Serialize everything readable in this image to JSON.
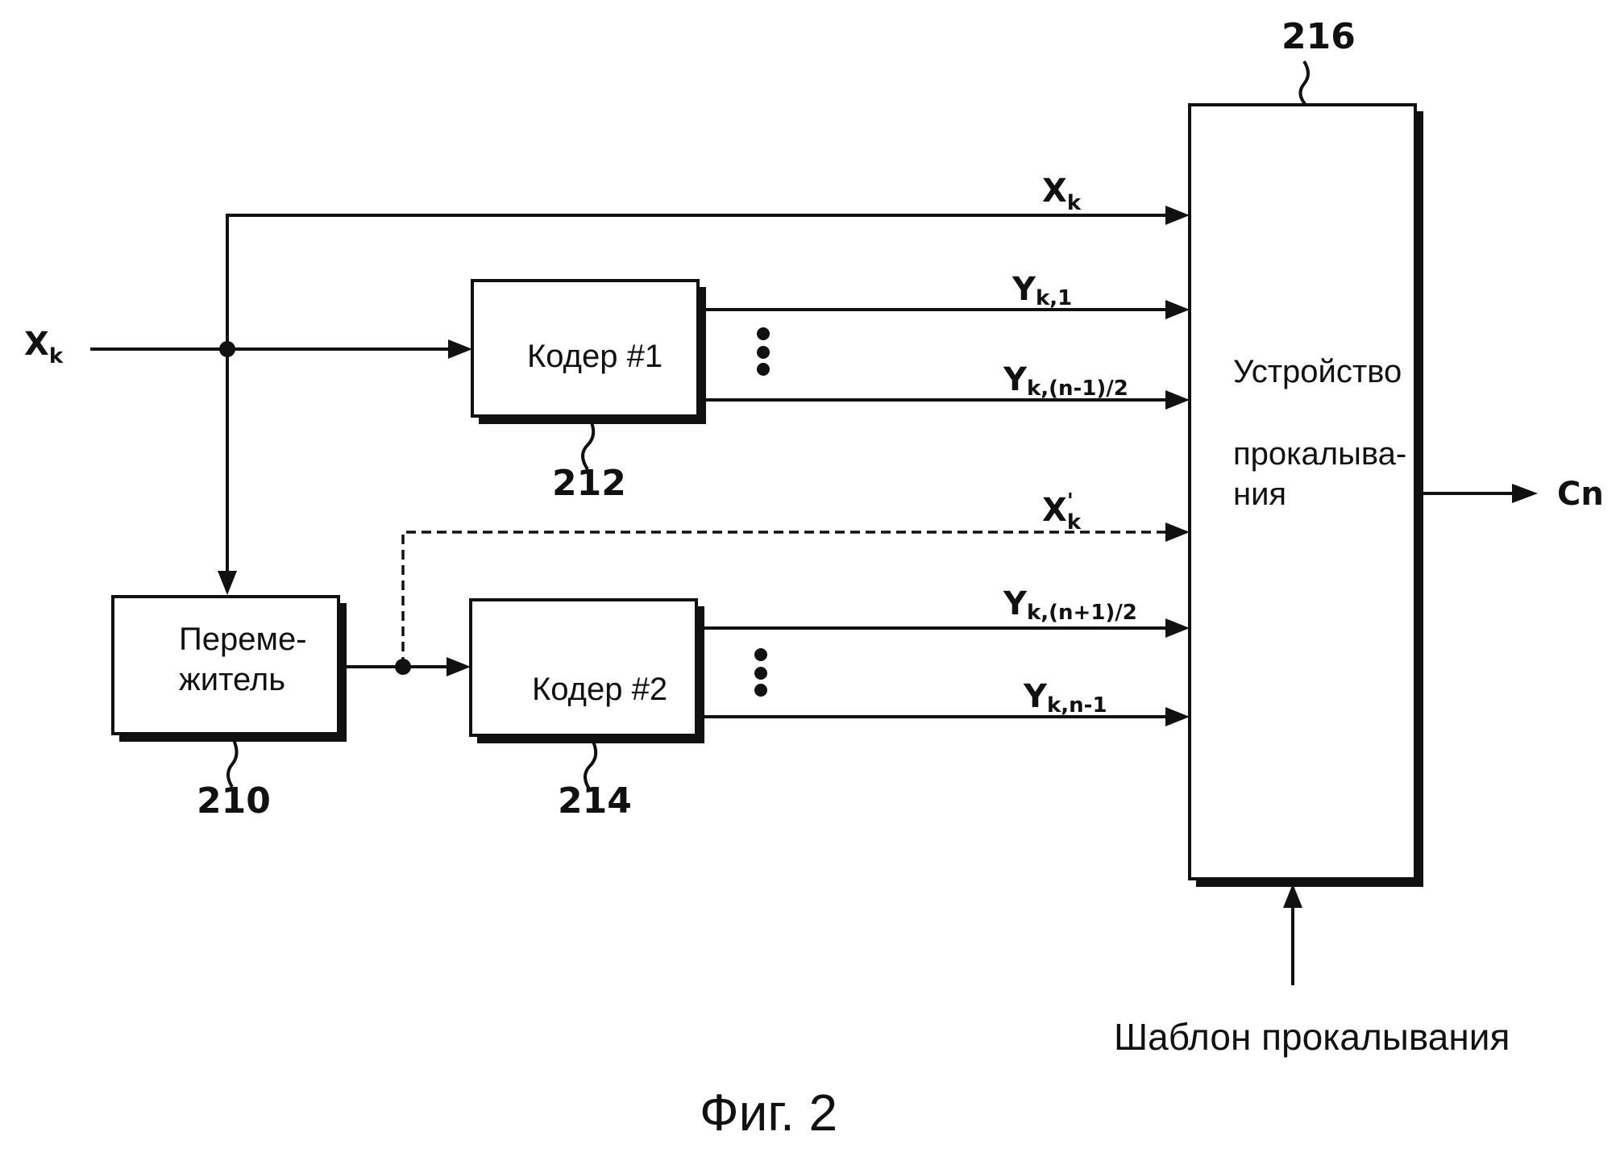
{
  "blocks": {
    "interleaver": {
      "line1": "Переме-",
      "line2": "житель",
      "ref": "210"
    },
    "encoder1": {
      "label": "Кодер #1",
      "ref": "212"
    },
    "encoder2": {
      "label": "Кодер #2",
      "ref": "214"
    },
    "puncturer": {
      "line1": "Устройство",
      "line2": "прокалыва-",
      "line3": "ния",
      "ref": "216"
    }
  },
  "signals": {
    "input": {
      "main": "X",
      "sub": "k"
    },
    "xk_top": {
      "main": "X",
      "sub": "k"
    },
    "yk1": {
      "main": "Y",
      "sub": "k,1"
    },
    "yk_half_minus": {
      "main": "Y",
      "sub": "k,(n-1)/2"
    },
    "xk_prime": {
      "main": "X",
      "prime": "'",
      "sub": "k"
    },
    "yk_half_plus": {
      "main": "Y",
      "sub": "k,(n+1)/2"
    },
    "yk_n_minus": {
      "main": "Y",
      "sub": "k,n-1"
    },
    "output": {
      "main": "Cn"
    }
  },
  "puncture_pattern_label": "Шаблон прокалывания",
  "caption": "Фиг. 2"
}
